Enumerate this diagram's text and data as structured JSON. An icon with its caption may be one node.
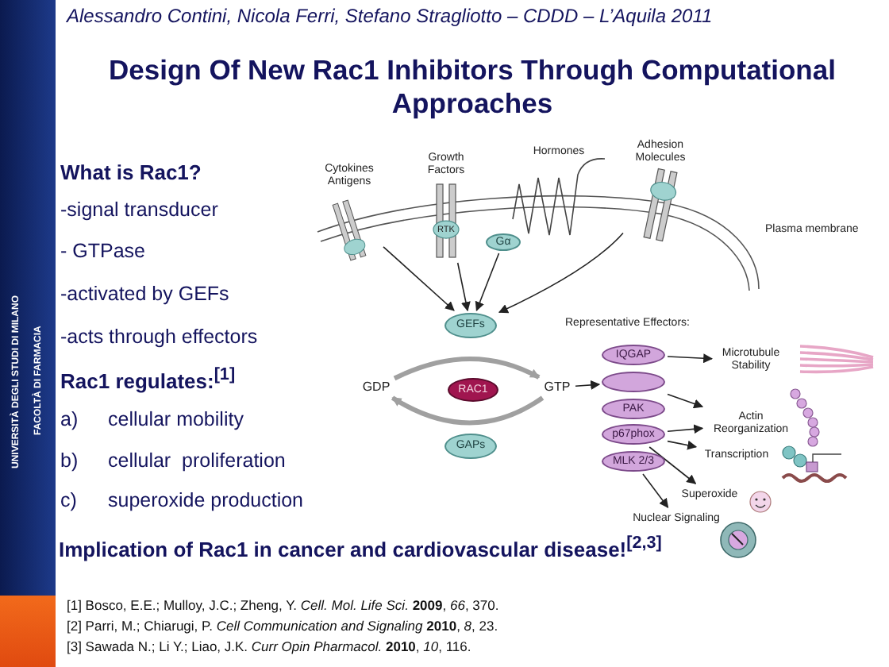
{
  "diagram": {
    "title": "Design Of New Rac1 Inhibitors Through Computational Approaches",
    "nodes": [
      {
        "text": [
          "Cytokines Antigens"
        ]
      },
      {
        "text": [
          "Growth Factors",
          "RTK"
        ]
      },
      {
        "text": [
          "Hormones"
        ]
      },
      {
        "text": [
          "Gα"
        ]
      },
      {
        "text": [
          "Adhesion Molecules"
        ]
      },
      {
        "text": [
          "GEFs"
        ]
      },
      {
        "text": [
          "RAC1"
        ]
      },
      {
        "text": [
          "GAPs"
        ]
      },
      {
        "text": [
          "GDP"
        ]
      },
      {
        "text": [
          "GTP"
        ]
      },
      {
        "text": [
          "IQGAP"
        ]
      },
      {
        "text": [],
        "shape": "ellipse"
      },
      {
        "text": [
          "PAK"
        ]
      },
      {
        "text": [
          "p67phox"
        ]
      },
      {
        "text": [
          "MLK 2/3"
        ]
      },
      {
        "text": [
          "Microtubule Stability"
        ]
      },
      {
        "text": [
          "Actin Reorganization"
        ]
      },
      {
        "text": [
          "Transcription"
        ]
      },
      {
        "text": [
          "Superoxide"
        ]
      },
      {
        "text": [
          "Nuclear Signaling"
        ]
      }
    ],
    "edges": [
      {
        "from": 0,
        "to": 5,
        "arrow": "to"
      },
      {
        "from": 1,
        "to": 5,
        "arrow": "to"
      },
      {
        "from": 3,
        "to": 5,
        "arrow": "to"
      },
      {
        "from": 4,
        "to": 5,
        "arrow": "to"
      },
      {
        "from": 8,
        "to": 9,
        "arrow": "to",
        "style": "thick",
        "color": "#a0a0a0"
      },
      {
        "from": 9,
        "to": 8,
        "arrow": "to",
        "style": "thick",
        "color": "#a0a0a0"
      },
      {
        "from": 9,
        "to": 11,
        "arrow": "to"
      },
      {
        "from": 10,
        "to": 15,
        "arrow": "to"
      },
      {
        "from": 11,
        "to": 16,
        "arrow": "to"
      },
      {
        "from": 13,
        "to": 16,
        "arrow": "to"
      },
      {
        "from": 13,
        "to": 17,
        "arrow": "to"
      },
      {
        "from": 13,
        "to": 18,
        "arrow": "to"
      },
      {
        "from": 14,
        "to": 19,
        "arrow": "to"
      }
    ],
    "labels": [
      "Alessandro Contini, Nicola Ferri, Stefano Stragliotto – CDDD – L’Aquila 2011",
      "What is Rac1?",
      "-signal transducer",
      "- GTPase",
      "-activated by GEFs",
      "-acts through effectors",
      "Rac1 regulates:$^{[1]}$",
      "a)",
      "cellular mobility",
      "b)",
      "cellular  proliferation",
      "c)",
      "superoxide production",
      "Plasma membrane",
      "Representative Effectors:",
      "Implication of Rac1 in cancer and cardiovascular disease!$^{[2,3]}$",
      "[1] Bosco, E.E.; Mulloy, J.C.; Zheng, Y. *Cell. Mol. Life Sci.* **2009**, *66*, 370.",
      "[2] Parri, M.; Chiarugi, P. *Cell Communication and Signaling* **2010**, *8*, 23.",
      "[3] Sawada N.; Li Y.; Liao, J.K. *Curr Opin Pharmacol.* **2010**, *10*, 116.",
      "UNIVERSITÀ DEGLI STUDI DI MILANO",
      "FACOLTÀ DI FARMACIA"
    ]
  }
}
